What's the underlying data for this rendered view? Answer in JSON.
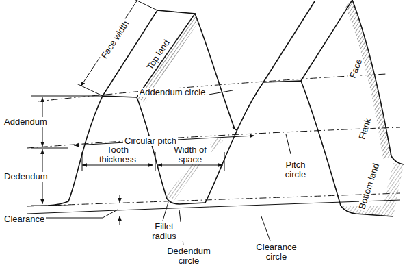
{
  "diagram": {
    "labels": [
      "Face width",
      "Top land",
      "Addendum circle",
      "Addendum",
      "Circular pitch",
      "Face",
      "Tooth thickness",
      "Width of space",
      "Pitch circle",
      "Dedendum",
      "Flank",
      "Clearance",
      "Fillet radius",
      "Bottom land",
      "Dedendum circle",
      "Clearance circle"
    ]
  }
}
